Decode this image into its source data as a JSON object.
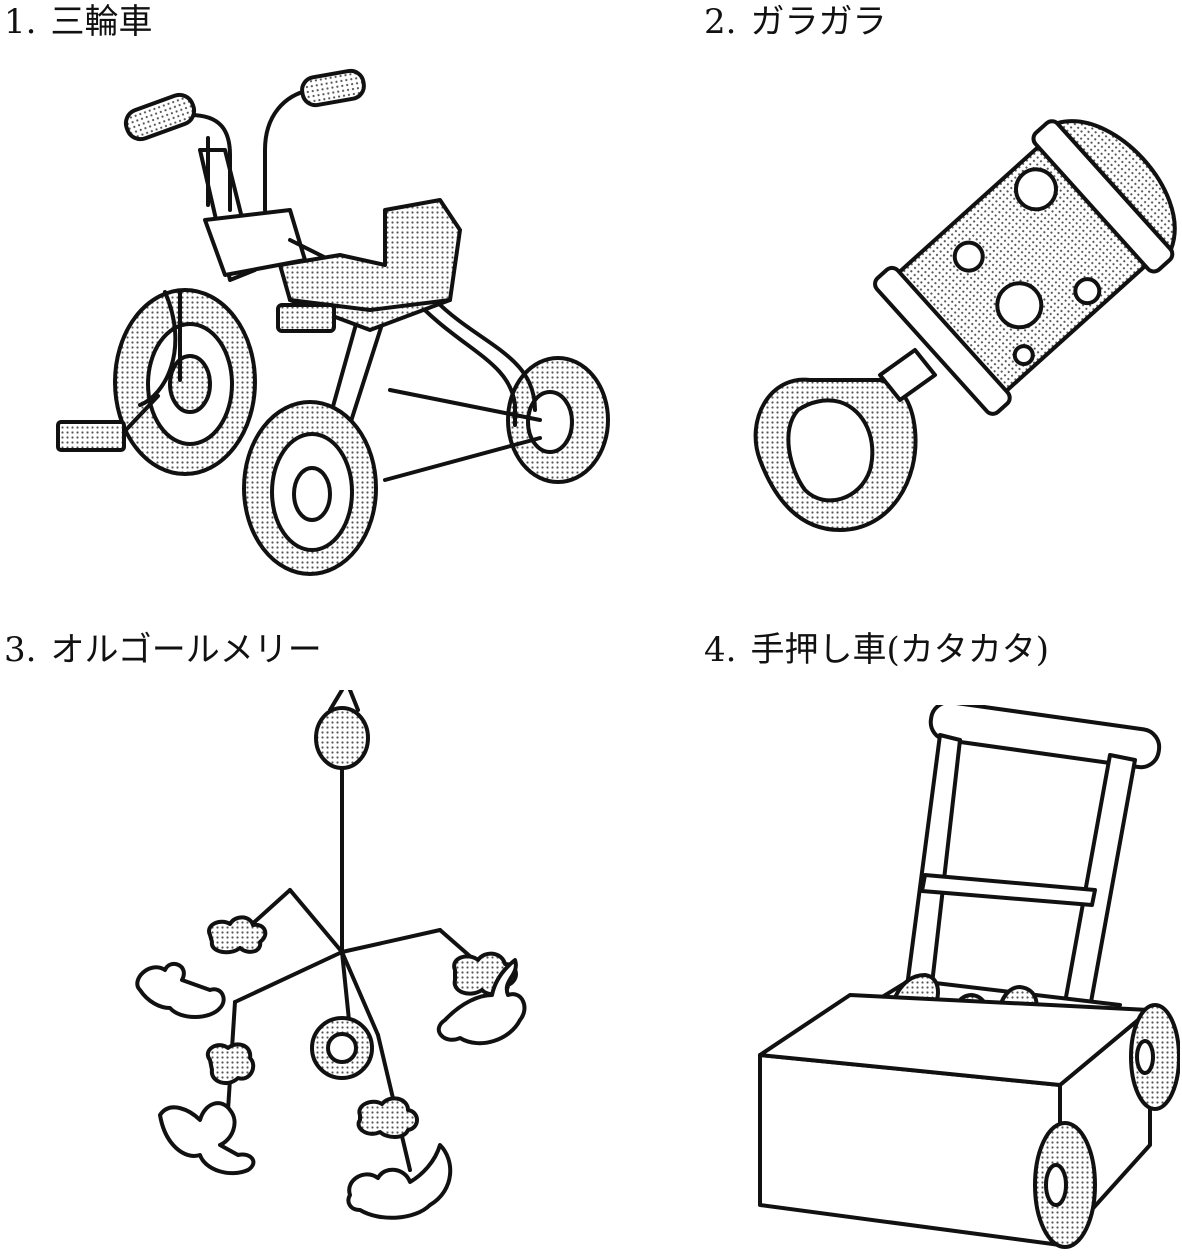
{
  "items": [
    {
      "num": "1.",
      "label": "三輪車",
      "icon": "tricycle-illustration"
    },
    {
      "num": "2.",
      "label": "ガラガラ",
      "icon": "rattle-illustration"
    },
    {
      "num": "3.",
      "label": "オルゴールメリー",
      "icon": "music-box-mobile-illustration"
    },
    {
      "num": "4.",
      "label": "手押し車(カタカタ)",
      "icon": "push-cart-illustration"
    }
  ],
  "colors": {
    "ink": "#111111",
    "paper": "#ffffff",
    "halftone": "#8a8a8a"
  }
}
